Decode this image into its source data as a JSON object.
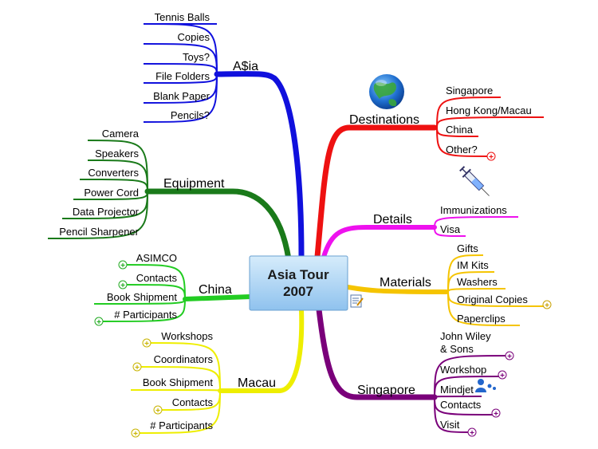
{
  "center": {
    "line1": "Asia Tour",
    "line2": "2007"
  },
  "colors": {
    "asia": "#1010dd",
    "equipment": "#1a7a1a",
    "china": "#22cc22",
    "macau": "#eeee00",
    "destinations": "#ee1111",
    "details": "#ee11ee",
    "materials": "#f5c400",
    "singapore": "#7a007a",
    "center_fill": "#a8d4f4",
    "center_border": "#6aa0d0"
  },
  "branches": {
    "asia": {
      "label": "A$ia",
      "items": [
        "Tennis Balls",
        "Copies",
        "Toys?",
        "File Folders",
        "Blank Paper",
        "Pencils?"
      ]
    },
    "equipment": {
      "label": "Equipment",
      "items": [
        "Camera",
        "Speakers",
        "Converters",
        "Power Cord",
        "Data Projector",
        "Pencil Sharpener"
      ]
    },
    "china": {
      "label": "China",
      "items": [
        "ASIMCO",
        "Contacts",
        "Book Shipment",
        "# Participants"
      ]
    },
    "macau": {
      "label": "Macau",
      "items": [
        "Workshops",
        "Coordinators",
        "Book Shipment",
        "Contacts",
        "# Participants"
      ]
    },
    "destinations": {
      "label": "Destinations",
      "items": [
        "Singapore",
        "Hong Kong/Macau",
        "China",
        "Other?"
      ]
    },
    "details": {
      "label": "Details",
      "items": [
        "Immunizations",
        "Visa"
      ]
    },
    "materials": {
      "label": "Materials",
      "items": [
        "Gifts",
        "IM Kits",
        "Washers",
        "Original Copies",
        "Paperclips"
      ]
    },
    "singapore": {
      "label": "Singapore",
      "items": [
        "John Wiley",
        "& Sons",
        "Workshop",
        "Mindjet",
        "Contacts",
        "Visit"
      ]
    }
  },
  "expander_symbol": "+"
}
